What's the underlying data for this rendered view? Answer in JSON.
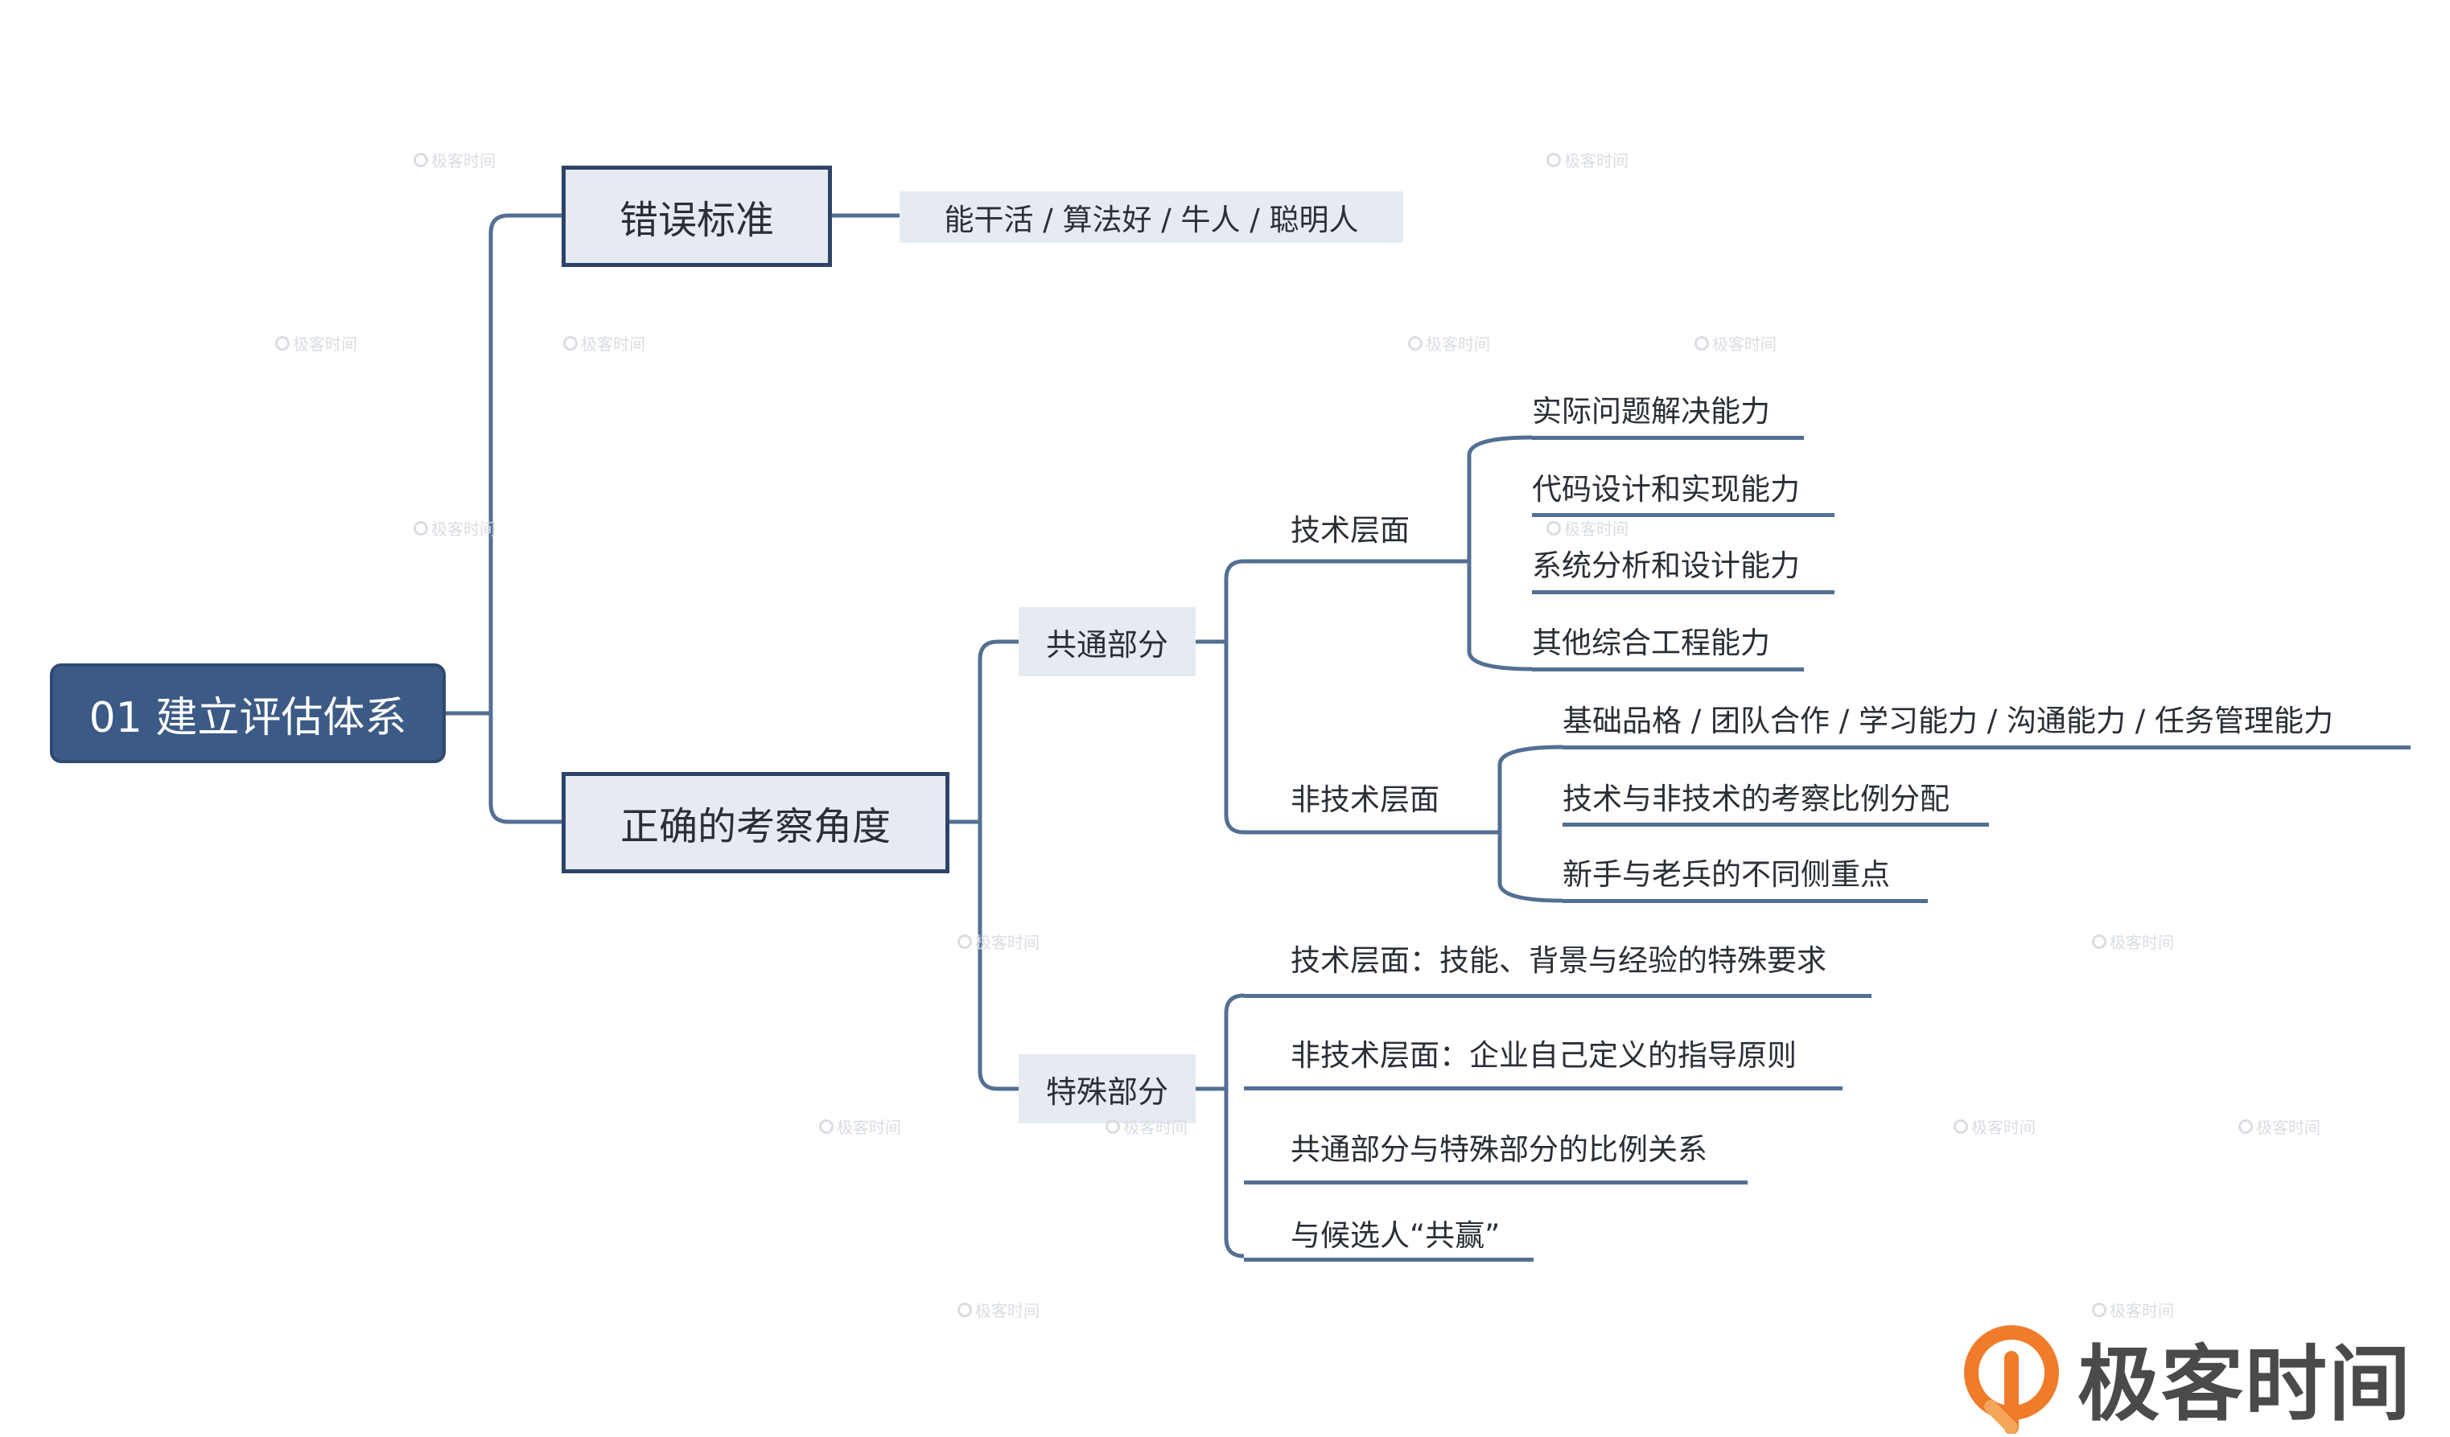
{
  "root": {
    "label": "01 建立评估体系"
  },
  "wrong_standard": {
    "label": "错误标准",
    "detail": "能干活 / 算法好 / 牛人 / 聪明人"
  },
  "correct_angle": {
    "label": "正确的考察角度",
    "common": {
      "label": "共通部分",
      "technical": {
        "label": "技术层面",
        "items": [
          "实际问题解决能力",
          "代码设计和实现能力",
          "系统分析和设计能力",
          "其他综合工程能力"
        ]
      },
      "non_technical": {
        "label": "非技术层面",
        "items": [
          "基础品格 / 团队合作 / 学习能力 / 沟通能力 / 任务管理能力",
          "技术与非技术的考察比例分配",
          "新手与老兵的不同侧重点"
        ]
      }
    },
    "special": {
      "label": "特殊部分",
      "items": [
        "技术层面：技能、背景与经验的特殊要求",
        "非技术层面：企业自己定义的指导原则",
        "共通部分与特殊部分的比例关系",
        "与候选人“共赢”"
      ]
    }
  },
  "brand": {
    "name": "极客时间",
    "watermark": "极客时间"
  },
  "colors": {
    "line": "#536f93",
    "root_fill": "#3b5a85",
    "node_fill": "#e6ebf2",
    "node_border": "#2d4468",
    "logo_orange": "#f07b2a"
  }
}
